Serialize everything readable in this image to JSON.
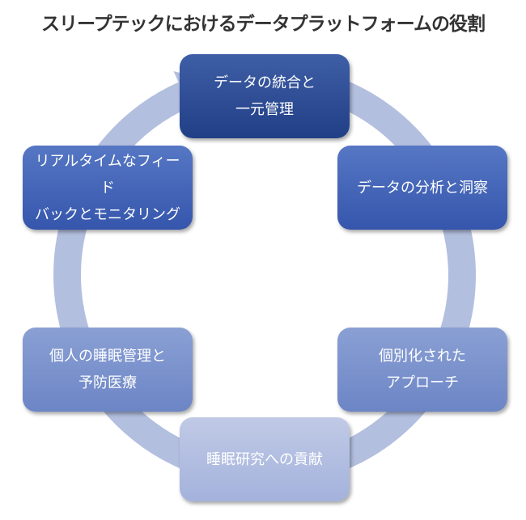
{
  "title": "スリープテックにおけるデータプラットフォームの役割",
  "colors": {
    "ring": "#b3bfdf",
    "title_text": "#333333",
    "box_text": "#ffffff"
  },
  "cycle": {
    "direction": "clockwise",
    "nodes": [
      {
        "label": "データの統合と\n一元管理"
      },
      {
        "label": "データの分析と洞察"
      },
      {
        "label": "個別化された\nアプローチ"
      },
      {
        "label": "睡眠研究への貢献"
      },
      {
        "label": "個人の睡眠管理と\n予防医療"
      },
      {
        "label": "リアルタイムなフィード\nバックとモニタリング"
      }
    ]
  }
}
